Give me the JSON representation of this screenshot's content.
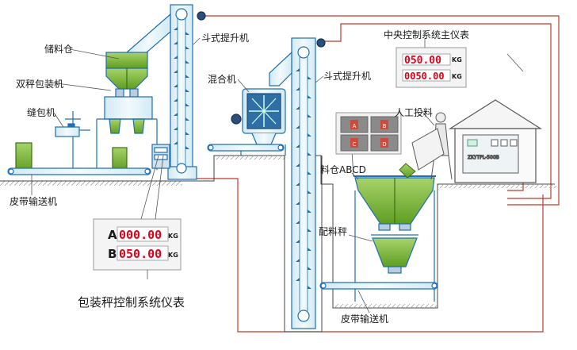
{
  "labels": {
    "storage_bin": "储料仓",
    "double_scale_packer": "双秤包装机",
    "sewing_machine": "缝包机",
    "belt_conveyor_left": "皮带输送机",
    "bucket_elevator_1": "斗式提升机",
    "mixer": "混合机",
    "bucket_elevator_2": "斗式提升机",
    "central_controller": "中央控制系统主仪表",
    "manual_feeding": "人工投料",
    "bins_abcd": "料仓ABCD",
    "batching_scale": "配料秤",
    "belt_conveyor_right": "皮带输送机",
    "packing_controller": "包装秤控制系统仪表",
    "cabinet_model": "ZKYTPL-500B"
  },
  "packing_display": {
    "row_a_letter": "A",
    "row_a_value": "000.00",
    "row_a_unit": "KG",
    "row_b_letter": "B",
    "row_b_value": "050.00",
    "row_b_unit": "KG"
  },
  "central_display": {
    "row_1_value": "050.00",
    "row_1_unit": "KG",
    "row_2_value": "0050.00",
    "row_2_unit": "KG"
  },
  "bin_panel": {
    "cells": [
      "A",
      "B",
      "C",
      "D"
    ]
  },
  "colors": {
    "line_blue": "#1e6fb5",
    "equipment_fill": "#e3f1f8",
    "material_green": "#76b82a",
    "wire_red": "#c0392b",
    "led_red": "#e0001a"
  }
}
